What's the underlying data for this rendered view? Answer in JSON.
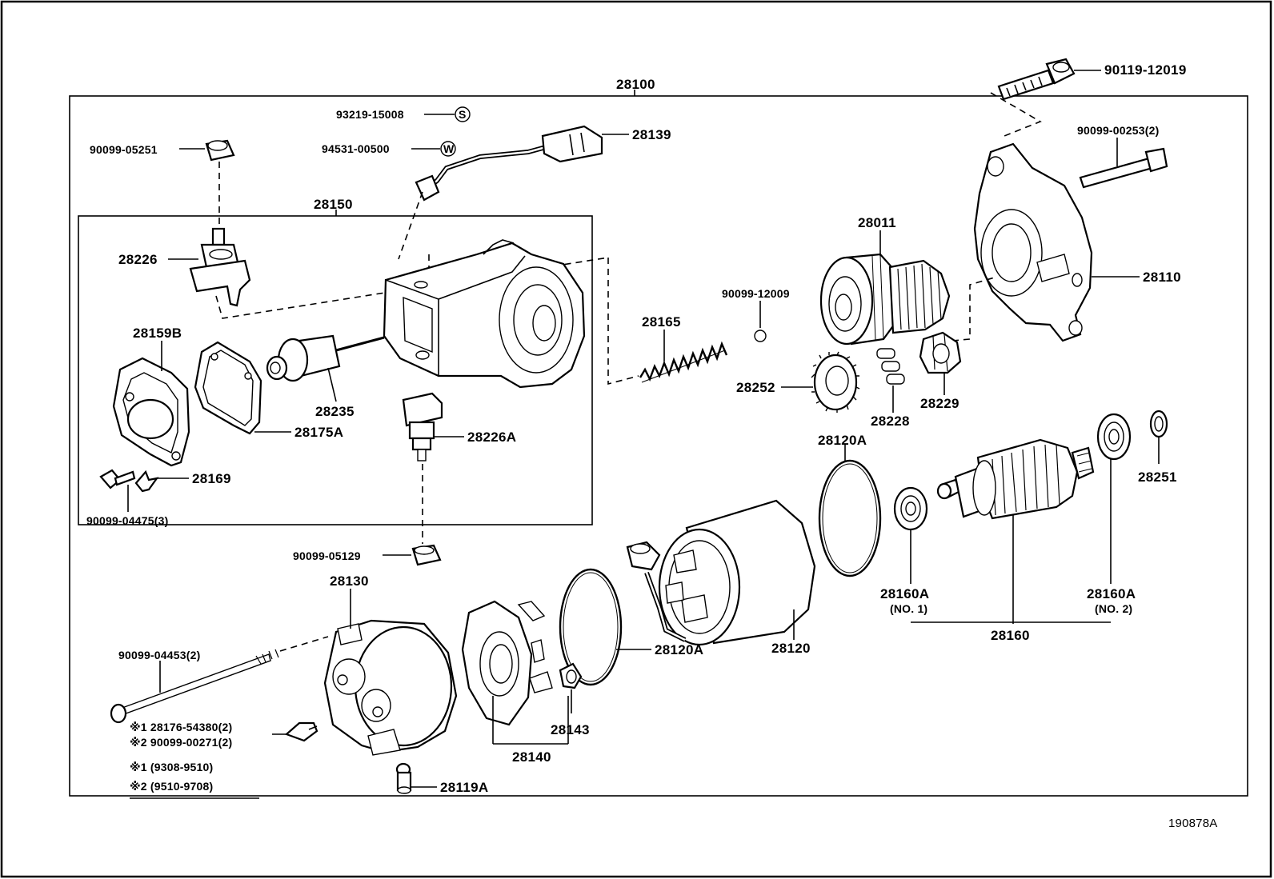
{
  "parts": {
    "p28100": "28100",
    "p90119_12019": "90119-12019",
    "p93219_15008": "93219-15008",
    "p94531_00500": "94531-00500",
    "p28139": "28139",
    "p90099_00253": "90099-00253(2)",
    "p90099_05251": "90099-05251",
    "p28150": "28150",
    "p28226": "28226",
    "p28011": "28011",
    "p90099_12009": "90099-12009",
    "p28110": "28110",
    "p28165": "28165",
    "p28159B": "28159B",
    "p28235": "28235",
    "p28252": "28252",
    "p28229": "28229",
    "p28228": "28228",
    "p28175A": "28175A",
    "p28226A": "28226A",
    "p28120A_top": "28120A",
    "p28251": "28251",
    "p28169": "28169",
    "p90099_04475": "90099-04475(3)",
    "p90099_05129": "90099-05129",
    "p28130": "28130",
    "p28160A_1": "28160A",
    "p28160A_1_note": "(NO. 1)",
    "p28160A_2": "28160A",
    "p28160A_2_note": "(NO. 2)",
    "p28160": "28160",
    "p90099_04453": "90099-04453(2)",
    "p28120A_bottom": "28120A",
    "p28120": "28120",
    "p28143": "28143",
    "p28140": "28140",
    "p28119A": "28119A",
    "screw_1": "※1 28176-54380(2)",
    "screw_2": "※2 90099-00271(2)"
  },
  "markers": {
    "s": "S",
    "w": "W"
  },
  "notes": {
    "note_1": "※1  (9308-9510)",
    "note_2": "※2  (9510-9708)"
  },
  "figure_id": "190878A"
}
